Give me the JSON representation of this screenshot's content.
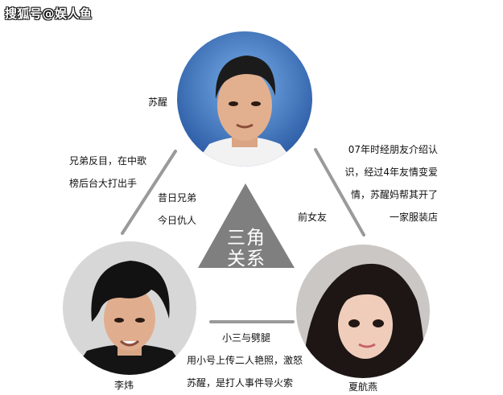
{
  "watermark": "搜狐号@娱人鱼",
  "people": {
    "top": {
      "name": "苏醒"
    },
    "left": {
      "name": "李炜"
    },
    "right": {
      "name": "夏航燕"
    }
  },
  "center": {
    "line1": "三角",
    "line2": "关系"
  },
  "relations": {
    "top_left": {
      "lines": [
        "兄弟反目，在中歌",
        "榜后台大打出手"
      ]
    },
    "top_left_inner": {
      "lines": [
        "昔日兄弟",
        "今日仇人"
      ]
    },
    "top_right": {
      "lines": [
        "07年时经朋友介绍认",
        "识，经过4年友情变爱",
        "情，苏醒妈帮其开了",
        "一家服装店"
      ]
    },
    "top_right_inner": {
      "text": "前女友"
    },
    "bottom": {
      "title": "小三与劈腿",
      "lines": [
        "用小号上传二人艳照，激怒",
        "苏醒，是打人事件导火索"
      ]
    }
  },
  "colors": {
    "connector": "#9a9a9a",
    "center_triangle": "#7f7f7f"
  }
}
